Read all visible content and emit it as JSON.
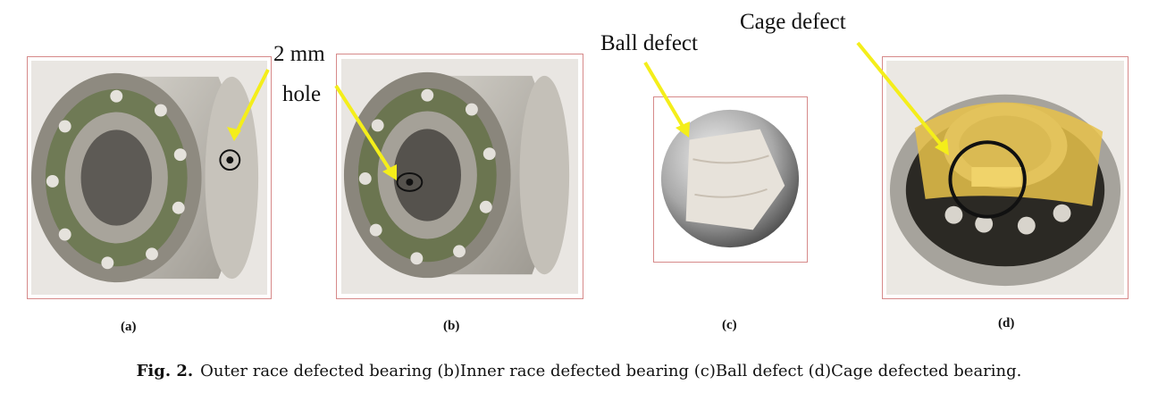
{
  "annotations": {
    "hole_line1": "2 mm",
    "hole_line2": "hole",
    "ball": "Ball defect",
    "cage": "Cage defect"
  },
  "panels": [
    {
      "label": "(a)"
    },
    {
      "label": "(b)"
    },
    {
      "label": "(c)"
    },
    {
      "label": "(d)"
    }
  ],
  "caption": {
    "fig": "Fig. 2.",
    "text": "Outer race defected bearing (b)Inner race defected bearing (c)Ball defect (d)Cage defected bearing."
  },
  "colors": {
    "frame": "#d68a8a",
    "arrow": "#f4ee1a",
    "steel": "#b9b6ae",
    "cage": "#e8c24a"
  }
}
